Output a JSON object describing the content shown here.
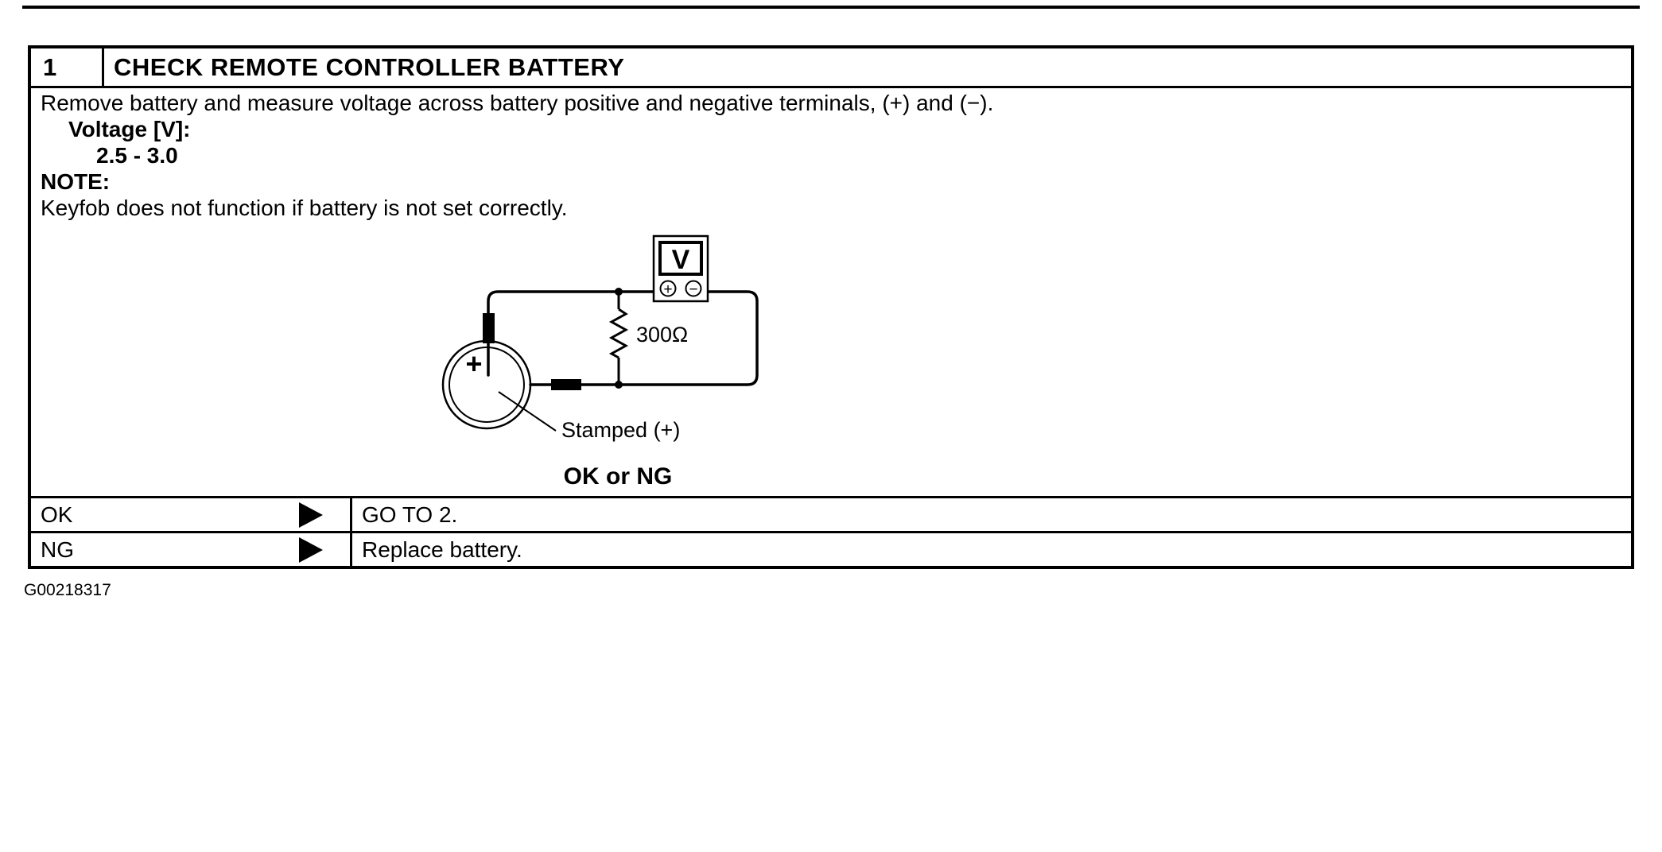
{
  "page": {
    "figure_id": "G00218317"
  },
  "table": {
    "step_number": "1",
    "title": "CHECK REMOTE CONTROLLER BATTERY",
    "instruction": "Remove battery and measure voltage across battery positive and negative terminals, (+) and (−).",
    "spec_label": "Voltage [V]:",
    "spec_value": "2.5 - 3.0",
    "note_label": "NOTE:",
    "note_text": "Keyfob does not function if battery is not set correctly.",
    "result_prompt": "OK or NG",
    "outcomes": [
      {
        "result": "OK",
        "action": "GO TO 2."
      },
      {
        "result": "NG",
        "action": "Replace battery."
      }
    ]
  },
  "diagram": {
    "voltmeter_label": "V",
    "resistor_label": "300Ω",
    "battery_polarity": "+",
    "stamped_label": "Stamped (+)",
    "terminal_positive": "+",
    "terminal_negative": "−"
  }
}
